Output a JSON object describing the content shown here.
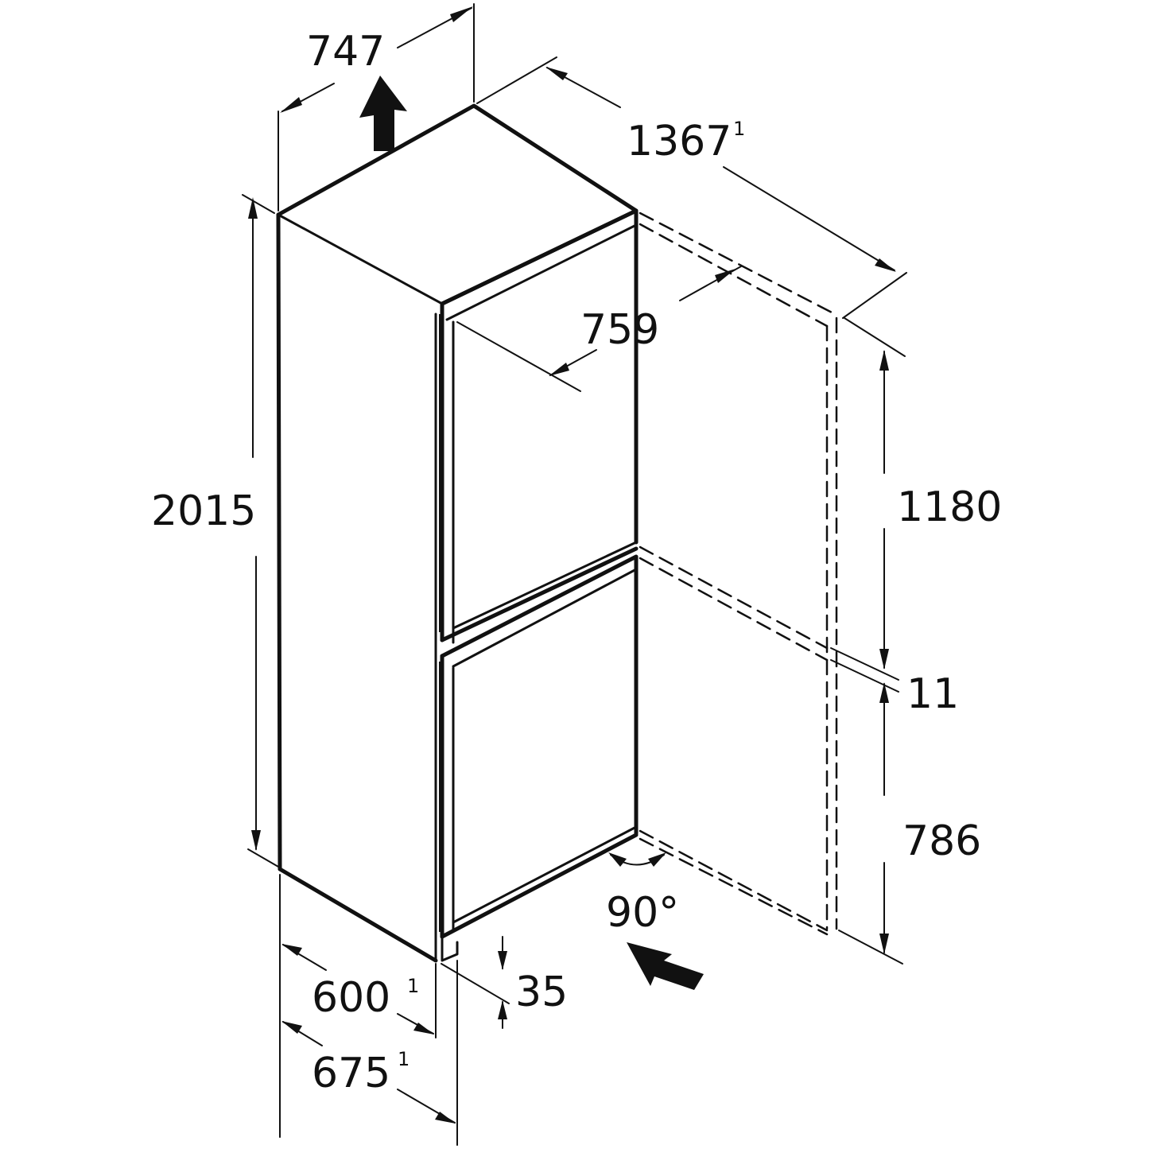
{
  "dimensions": {
    "top_width": "747",
    "total_depth": "1367",
    "total_depth_note": "1",
    "door_depth": "759",
    "height": "2015",
    "upper_door": "1180",
    "gap": "11",
    "lower_door": "786",
    "door_angle": "90°",
    "width": "600",
    "width_note": "1",
    "depth": "675",
    "depth_note": "1",
    "plinth": "35"
  }
}
